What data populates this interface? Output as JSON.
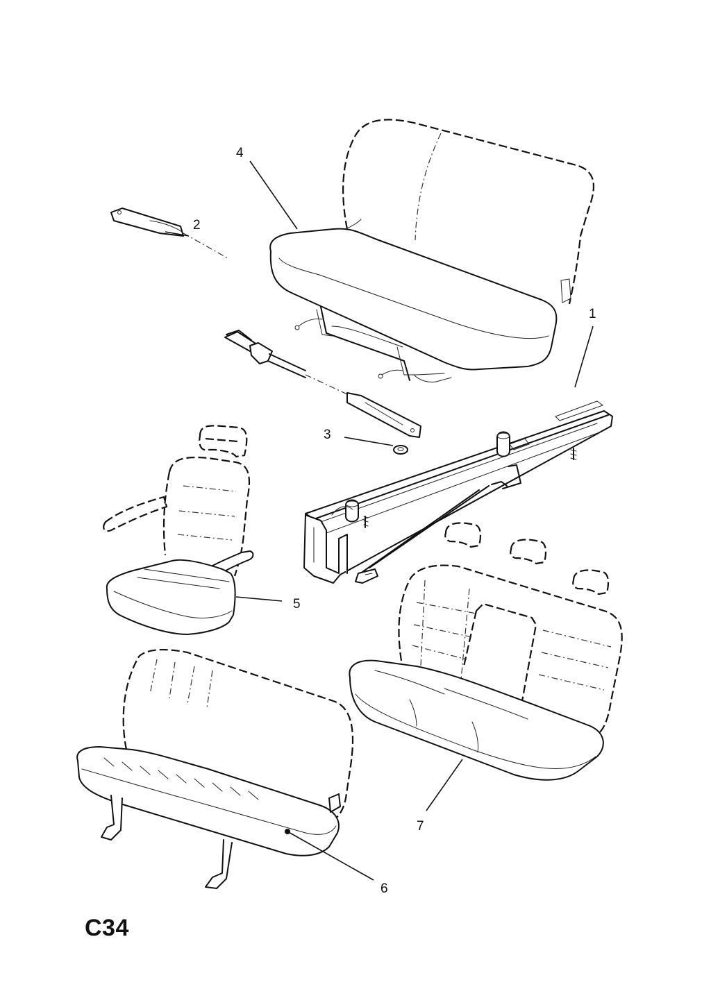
{
  "diagram": {
    "code": "C34",
    "callouts": [
      {
        "id": "1",
        "label": "1",
        "part": "seat-rail"
      },
      {
        "id": "2",
        "label": "2",
        "part": "cable-strap"
      },
      {
        "id": "3",
        "label": "3",
        "part": "washer"
      },
      {
        "id": "4",
        "label": "4",
        "part": "double-bench-seat"
      },
      {
        "id": "5",
        "label": "5",
        "part": "single-seat"
      },
      {
        "id": "6",
        "label": "6",
        "part": "rear-bench-seat"
      },
      {
        "id": "7",
        "label": "7",
        "part": "triple-bench-seat"
      }
    ]
  }
}
